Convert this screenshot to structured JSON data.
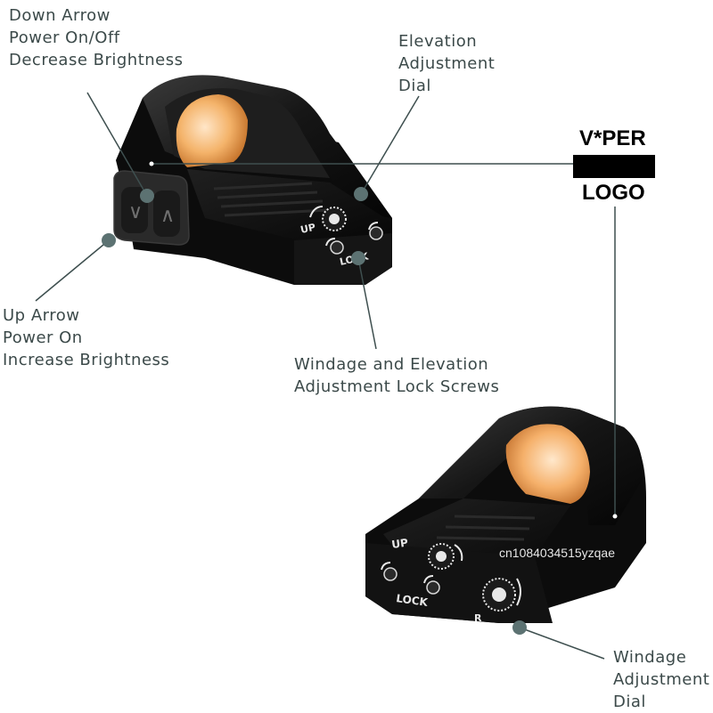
{
  "labels": {
    "down_arrow": [
      "Down Arrow",
      "Power On/Off",
      "Decrease Brightness"
    ],
    "elevation": [
      "Elevation",
      "Adjustment",
      "Dial"
    ],
    "up_arrow": [
      "Up Arrow",
      "Power On",
      "Increase Brightness"
    ],
    "lock_screws": [
      "Windage and Elevation",
      "Adjustment Lock Screws"
    ],
    "windage": [
      "Windage",
      "Adjustment",
      "Dial"
    ]
  },
  "logo": {
    "line1": "V*PER",
    "line2": "LOGO"
  },
  "engravings": {
    "up": "UP",
    "lock": "LOCK",
    "r": "R"
  },
  "watermark": "cn1084034515yzqae",
  "colors": {
    "label_text": "#3c4a4a",
    "callout_dot": "#5c7272",
    "callout_line": "#3e4f4f",
    "body_black": "#111111",
    "lens_amber": "#f2a24a"
  },
  "icons": {
    "down_button": "chevron-down-icon",
    "up_button": "chevron-up-icon"
  }
}
